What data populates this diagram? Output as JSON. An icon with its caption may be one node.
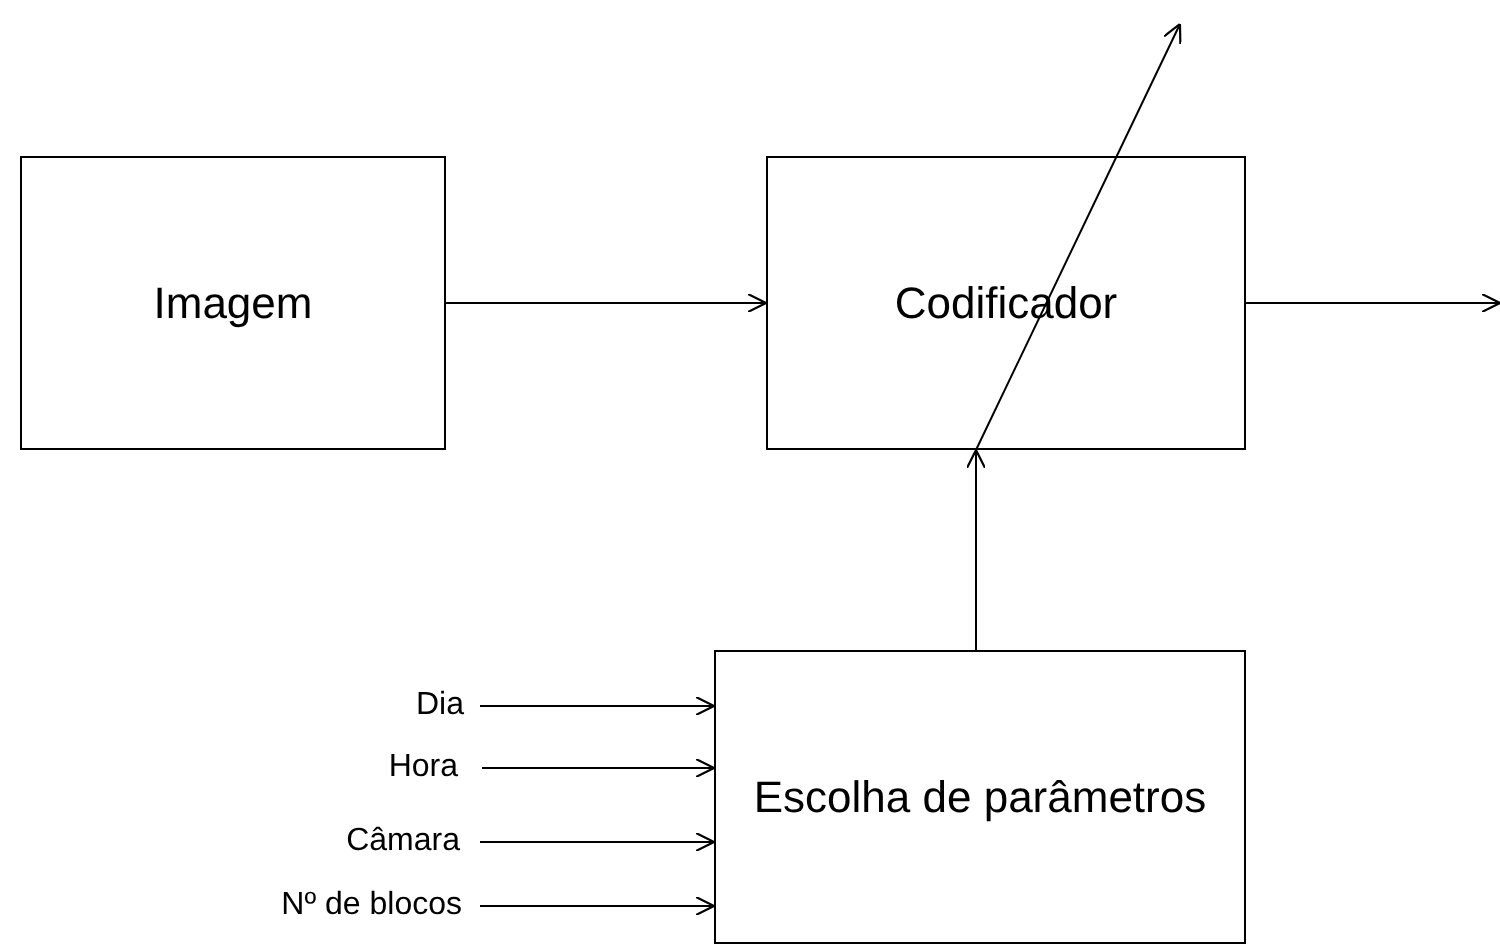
{
  "diagram": {
    "nodes": [
      {
        "text": [
          "Imagem"
        ]
      },
      {
        "text": [
          "Codificador"
        ]
      },
      {
        "text": [
          "Escolha de parâmetros"
        ]
      },
      {
        "text": [
          "Dia"
        ]
      },
      {
        "text": [
          "Hora"
        ]
      },
      {
        "text": [
          "Câmara"
        ]
      },
      {
        "text": [
          "Nº de blocos"
        ]
      }
    ],
    "edges": [
      {
        "from": 0,
        "to": 1,
        "arrow": "to"
      },
      {
        "from": 1,
        "to": null,
        "arrow": "to"
      },
      {
        "from": 2,
        "to": 1,
        "arrow": "to"
      },
      {
        "from": 1,
        "to": null,
        "arrow": "to"
      },
      {
        "from": 3,
        "to": 2,
        "arrow": "to"
      },
      {
        "from": 4,
        "to": 2,
        "arrow": "to"
      },
      {
        "from": 5,
        "to": 2,
        "arrow": "to"
      },
      {
        "from": 6,
        "to": 2,
        "arrow": "to"
      }
    ]
  }
}
